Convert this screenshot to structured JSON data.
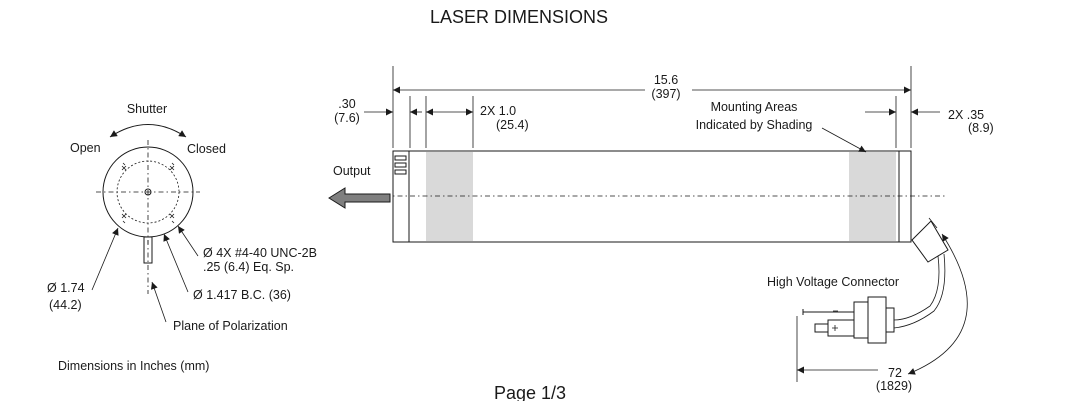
{
  "title": "LASER DIMENSIONS",
  "page_label": "Page 1/3",
  "end_view": {
    "shutter": "Shutter",
    "open": "Open",
    "closed": "Closed",
    "hole_spec_line1": "Ø 4X #4-40 UNC-2B",
    "hole_spec_line2": ".25 (6.4) Eq. Sp.",
    "diameter_in": "Ø 1.74",
    "diameter_mm": "(44.2)",
    "bolt_circle": "Ø 1.417  B.C. (36)",
    "polarization": "Plane of Polarization"
  },
  "units_note": "Dimensions in Inches (mm)",
  "side_view": {
    "output": "Output",
    "overall_in": "15.6",
    "overall_mm": "(397)",
    "end_gap_in": ".30",
    "end_gap_mm": "(7.6)",
    "mount_width": "2X  1.0",
    "mount_width_mm": "(25.4)",
    "mounting_line1": "Mounting Areas",
    "mounting_line2": "Indicated by Shading",
    "rear_gap": "2X  .35",
    "rear_gap_mm": "(8.9)",
    "hv_connector": "High Voltage Connector",
    "cable_in": "72",
    "cable_mm": "(1829)"
  },
  "colors": {
    "line": "#1a1a1a",
    "shading": "#d9d9d9",
    "arrow_fill": "#7f7f7f"
  }
}
